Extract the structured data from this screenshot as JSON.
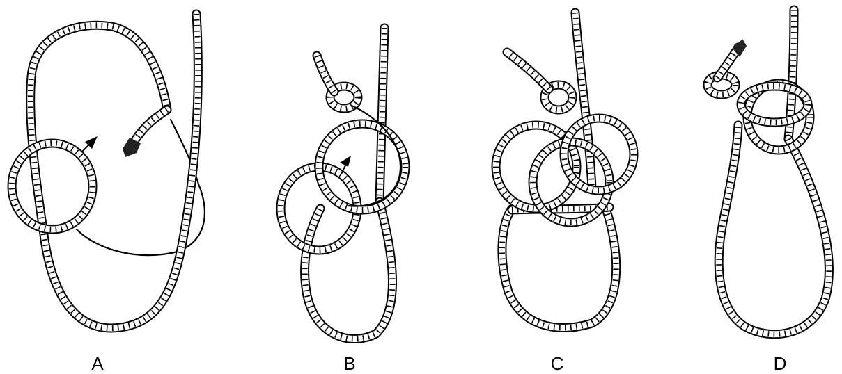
{
  "diagram": {
    "steps": [
      {
        "label": "A"
      },
      {
        "label": "B"
      },
      {
        "label": "C"
      },
      {
        "label": "D"
      }
    ]
  }
}
